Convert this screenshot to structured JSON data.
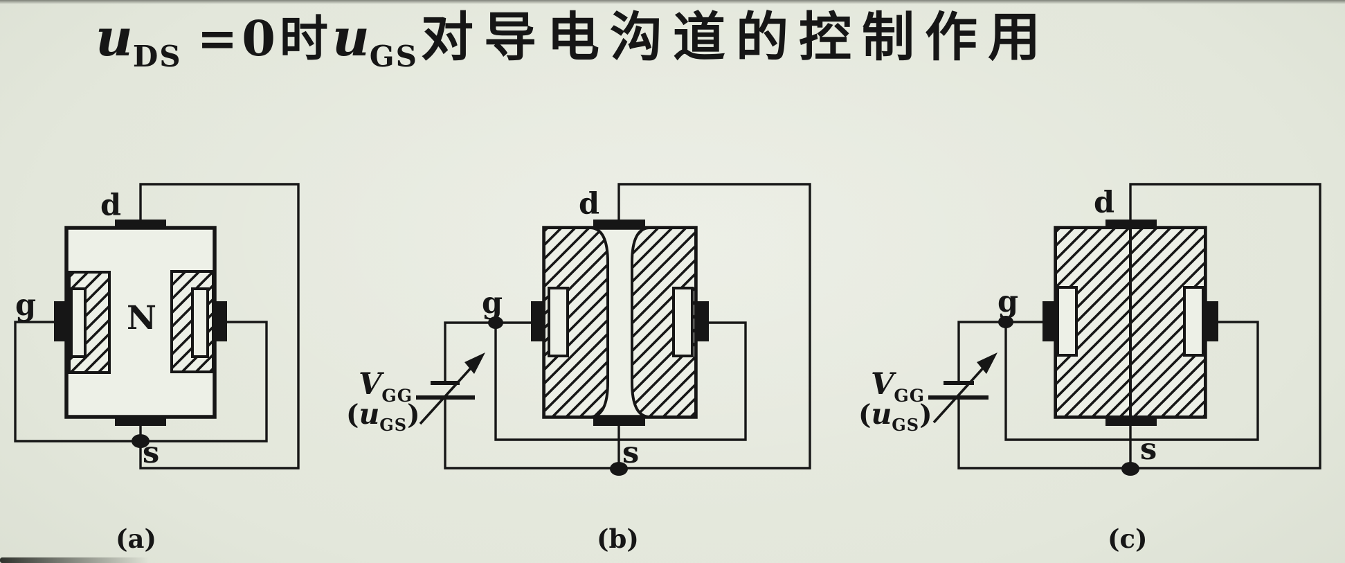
{
  "colors": {
    "background": "#e3e7db",
    "ink": "#161616",
    "paper": "#edf0e7"
  },
  "title": {
    "u_ds_base": "u",
    "u_ds_sub": "DS",
    "equals_segment": "=0时",
    "u_gs_base": "u",
    "u_gs_sub": "GS",
    "tail": "对导电沟道的控制作用"
  },
  "diagrams": {
    "a": {
      "caption": "(a)",
      "drain": "d",
      "gate": "g",
      "source": "s",
      "channel": "N"
    },
    "b": {
      "caption": "(b)",
      "drain": "d",
      "gate": "g",
      "source": "s",
      "vgg_base": "V",
      "vgg_sub": "GG",
      "ugs_open": "(",
      "ugs_base": "u",
      "ugs_sub": "GS",
      "ugs_close": ")"
    },
    "c": {
      "caption": "(c)",
      "drain": "d",
      "gate": "g",
      "source": "s",
      "vgg_base": "V",
      "vgg_sub": "GG",
      "ugs_open": "(",
      "ugs_base": "u",
      "ugs_sub": "GS",
      "ugs_close": ")"
    }
  }
}
